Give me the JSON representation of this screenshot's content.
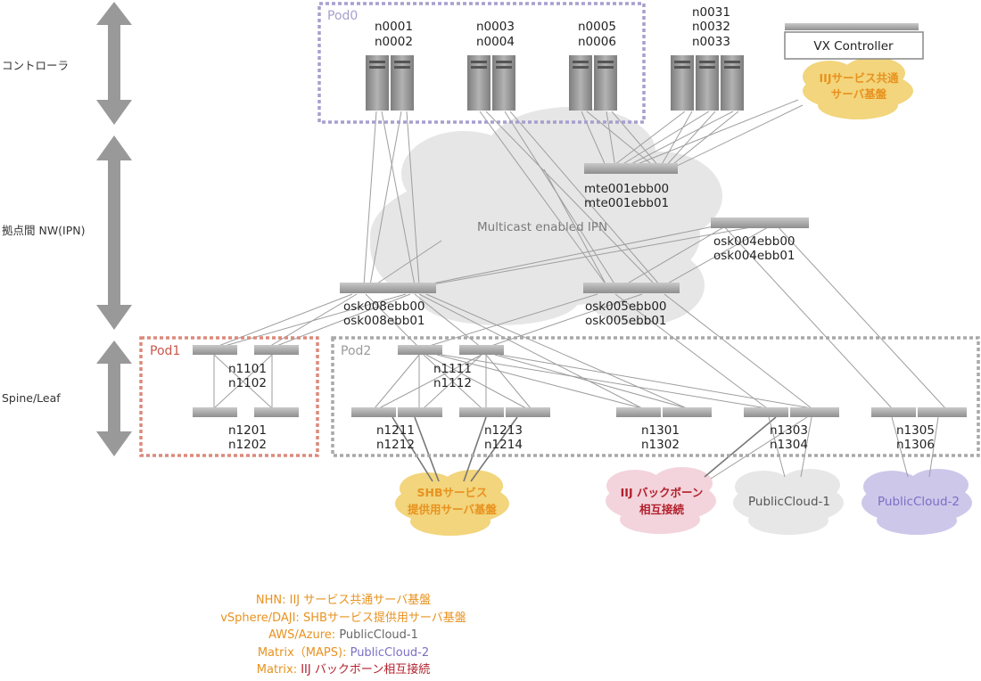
{
  "colors": {
    "arrow": "#999999",
    "link": "#9e9e9e",
    "switch": "#9a9a9a",
    "server": "#8c8c8c",
    "pod0": "#a79fce",
    "pod1": "#db8a7c",
    "pod2": "#a8a8a8",
    "cloud_ipn": "#e6e6e6",
    "orange": "#e8921f",
    "yellow_cloud": "#f2d57c",
    "pink_cloud": "#f3d4dc",
    "red": "#b21f2b",
    "gray_cloud": "#e7e7e7",
    "gray_text": "#555555",
    "purple_cloud": "#cdc7ea",
    "purple_text": "#7b6fc4"
  },
  "side_labels": [
    "コントローラ",
    "拠点間 NW(IPN)",
    "Spine/Leaf"
  ],
  "pods": {
    "pod0": "Pod0",
    "pod1": "Pod1",
    "pod2": "Pod2"
  },
  "controllers": {
    "g1": [
      "n0001",
      "n0002"
    ],
    "g2": [
      "n0003",
      "n0004"
    ],
    "g3": [
      "n0005",
      "n0006"
    ],
    "g4": [
      "n0031",
      "n0032",
      "n0033"
    ]
  },
  "vx_controller": "VX Controller",
  "ipn": {
    "cloud_label": "Multicast enabled IPN",
    "mte": [
      "mte001ebb00",
      "mte001ebb01"
    ],
    "osk004": [
      "osk004ebb00",
      "osk004ebb01"
    ],
    "osk008": [
      "osk008ebb00",
      "osk008ebb01"
    ],
    "osk005": [
      "osk005ebb00",
      "osk005ebb01"
    ]
  },
  "pod1_nodes": {
    "spine": [
      "n1101",
      "n1102"
    ],
    "leaf": [
      "n1201",
      "n1202"
    ]
  },
  "pod2_nodes": {
    "spine": [
      "n1111",
      "n1112"
    ],
    "leaf_1211": [
      "n1211",
      "n1212"
    ],
    "leaf_1213": [
      "n1213",
      "n1214"
    ],
    "leaf_1301": [
      "n1301",
      "n1302"
    ],
    "leaf_1303": [
      "n1303",
      "n1304"
    ],
    "leaf_1305": [
      "n1305",
      "n1306"
    ]
  },
  "clouds": {
    "iij_common": [
      "IIJサービス共通",
      "サーバ基盤"
    ],
    "shb": [
      "SHBサービス",
      "提供用サーバ基盤"
    ],
    "backbone": [
      "IIJ バックボーン",
      "相互接続"
    ],
    "public1": "PublicCloud-1",
    "public2": "PublicCloud-2"
  },
  "legend": [
    {
      "key": "NHN:",
      "value": "IIJ サービス共通サーバ基盤",
      "key_color": "#e8921f",
      "value_color": "#e8921f"
    },
    {
      "key": "vSphere/DAJI:",
      "value": "SHBサービス提供用サーバ基盤",
      "key_color": "#e8921f",
      "value_color": "#e8921f"
    },
    {
      "key": "AWS/Azure:",
      "value": "PublicCloud-1",
      "key_color": "#e8921f",
      "value_color": "#666666"
    },
    {
      "key": "Matrix（MAPS):",
      "value": "PublicCloud-2",
      "key_color": "#e8921f",
      "value_color": "#7b6fc4"
    },
    {
      "key": "Matrix:",
      "value": "IIJ バックボーン相互接続",
      "key_color": "#e8921f",
      "value_color": "#b21f2b"
    }
  ]
}
